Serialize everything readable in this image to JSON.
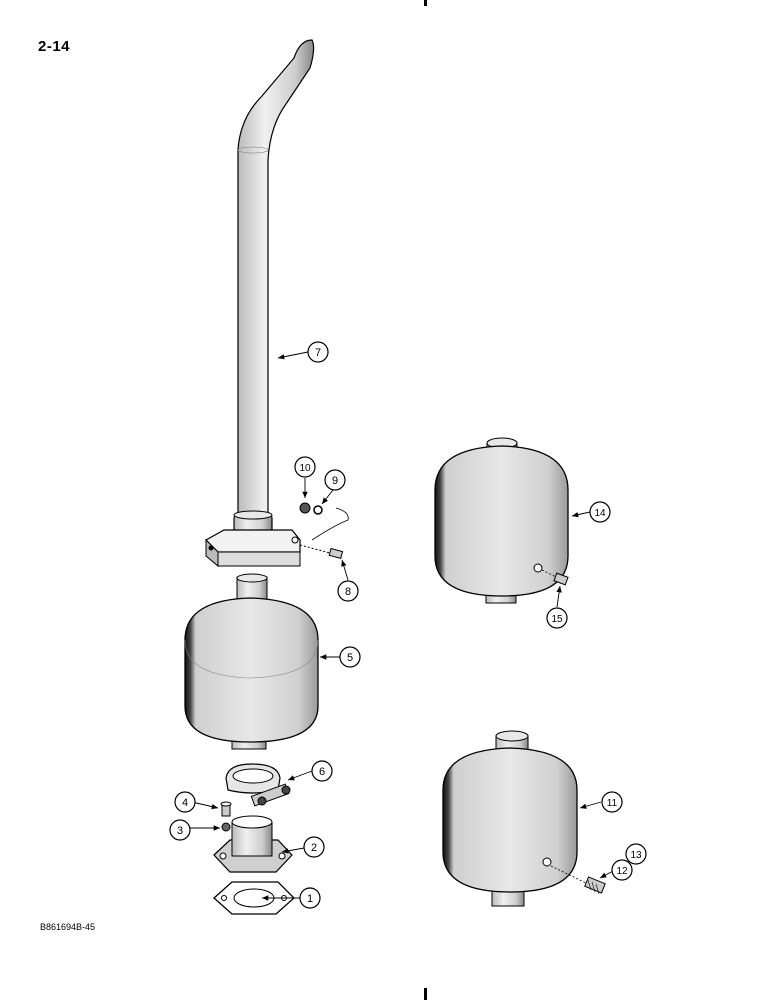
{
  "page_number": "2-14",
  "reference_code": "B861694B-45",
  "callouts": [
    "1",
    "2",
    "3",
    "4",
    "5",
    "6",
    "7",
    "8",
    "9",
    "10",
    "11",
    "12",
    "13",
    "14",
    "15"
  ]
}
